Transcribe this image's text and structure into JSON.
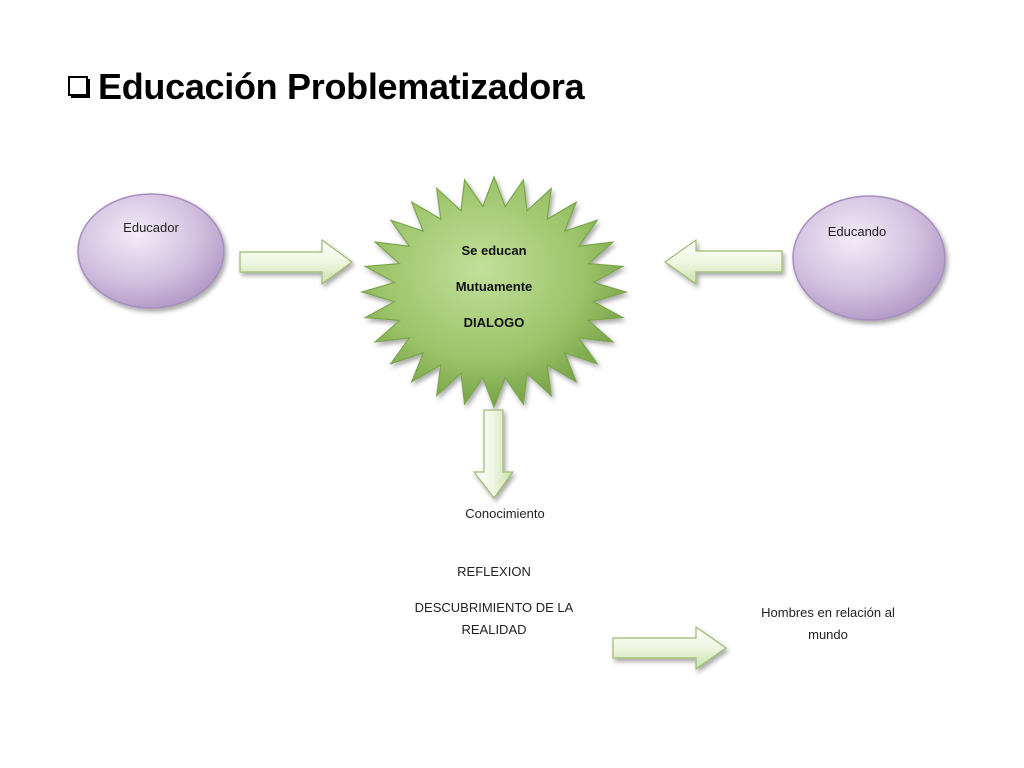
{
  "title": "Educación Problematizadora",
  "nodes": {
    "educador": "Educador",
    "educando": "Educando",
    "center": {
      "line1": "Se educan",
      "line2": "Mutuamente",
      "line3": "DIALOGO"
    },
    "conocimiento": "Conocimiento",
    "reflexion": "REFLEXION",
    "descubrimiento": {
      "line1": "DESCUBRIMIENTO DE LA",
      "line2": "REALIDAD"
    },
    "hombres": {
      "line1": "Hombres en relación al",
      "line2": "mundo"
    }
  },
  "colors": {
    "ellipse_fill": "#c9b6d8",
    "starburst_fill": "#9cc46a",
    "arrow_fill": "#e4f1cf",
    "arrow_stroke": "#9dbb70"
  }
}
